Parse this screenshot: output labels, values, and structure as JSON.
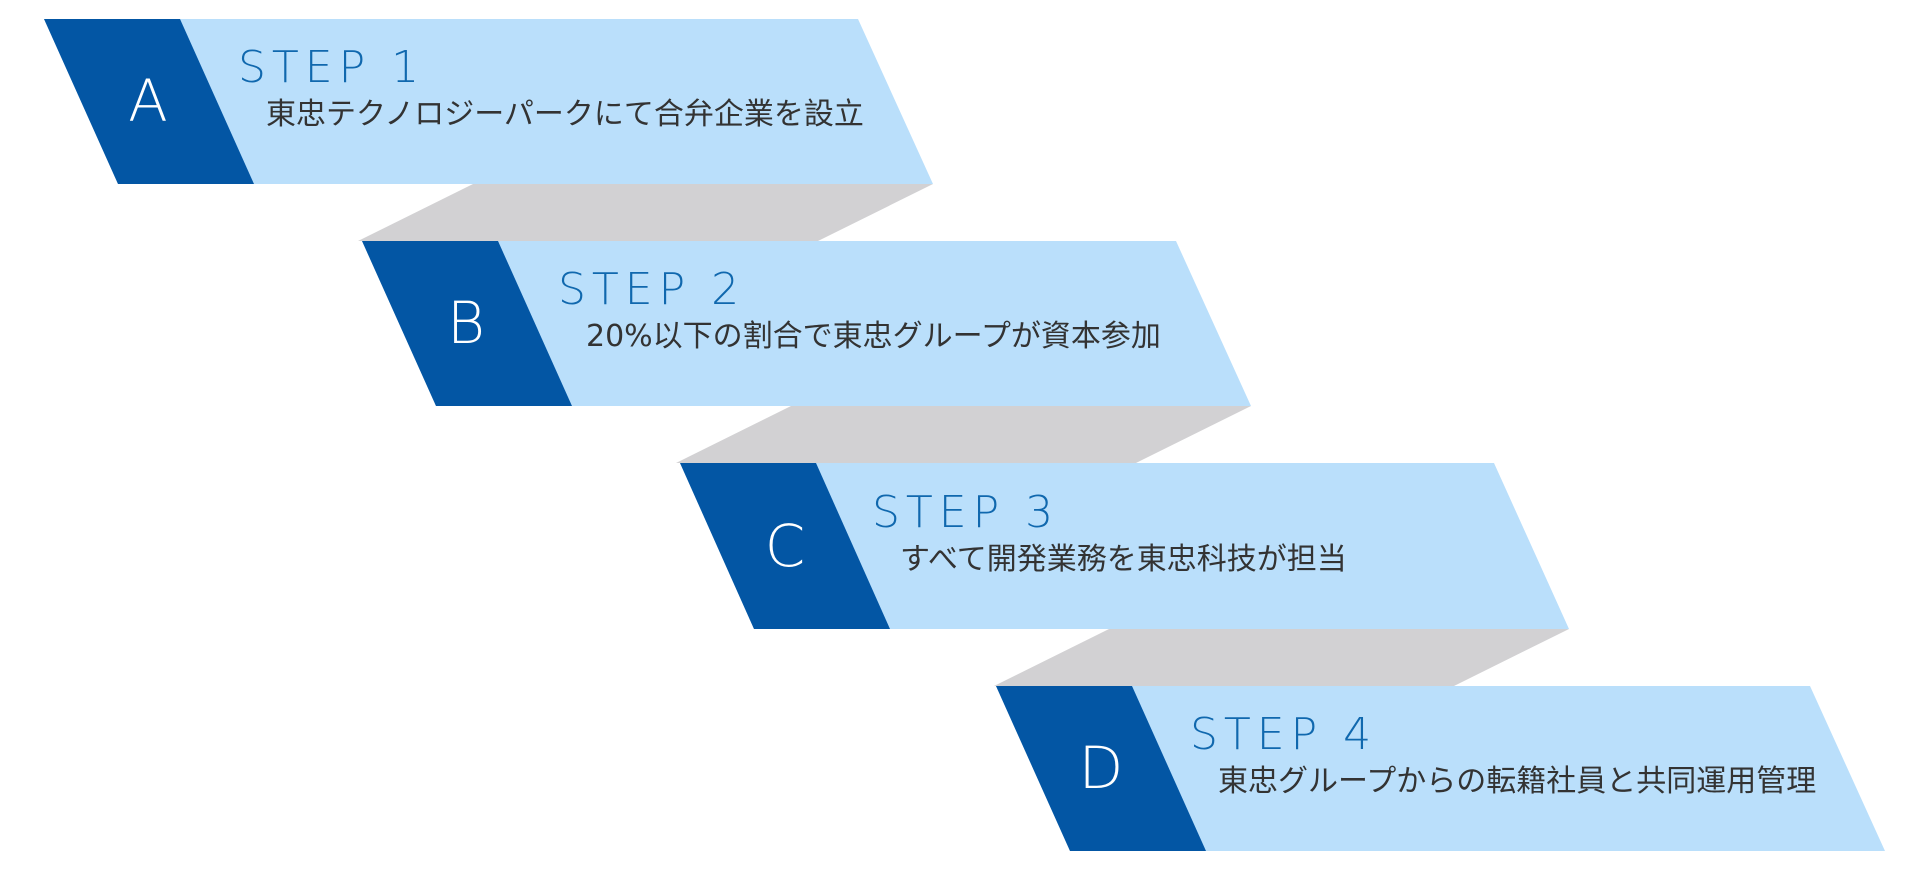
{
  "colors": {
    "dark_blue": "#0356A4",
    "light_blue": "#BADFFB",
    "connector_gray": "#D2D1D3",
    "title_text": "#1068AE",
    "desc_text": "#333333",
    "letter_text": "#FFFFFF"
  },
  "steps": [
    {
      "letter": "A",
      "title": "STEP 1",
      "description": "東忠テクノロジーパークにて合弁企業を設立"
    },
    {
      "letter": "B",
      "title": "STEP 2",
      "description": "20%以下の割合で東忠グループが資本参加"
    },
    {
      "letter": "C",
      "title": "STEP 3",
      "description": "すべて開発業務を東忠科技が担当"
    },
    {
      "letter": "D",
      "title": "STEP 4",
      "description": "東忠グループからの転籍社員と共同運用管理"
    }
  ]
}
